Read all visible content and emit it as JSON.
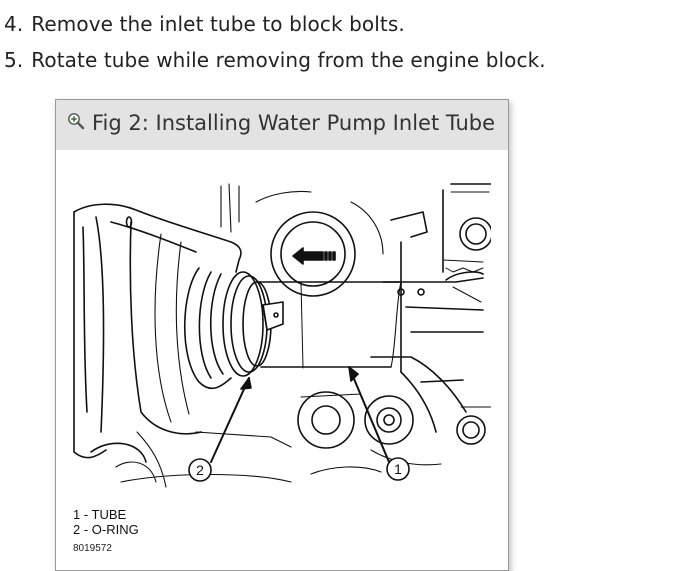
{
  "steps": [
    {
      "number": "4.",
      "text": "Remove the inlet tube to block bolts."
    },
    {
      "number": "5.",
      "text": "Rotate tube while removing from the engine block."
    }
  ],
  "figure": {
    "title": "Fig 2: Installing Water Pump Inlet Tube",
    "zoom_icon": "zoom-in-icon",
    "callouts": [
      "1",
      "2"
    ],
    "legend": [
      "1 - TUBE",
      "2 - O-RING"
    ],
    "code": "8019572"
  },
  "colors": {
    "text": "#222222",
    "header_bg": "#e3e3e3",
    "border": "#9a9a9a",
    "zoom_icon": "#2b7a3d"
  }
}
